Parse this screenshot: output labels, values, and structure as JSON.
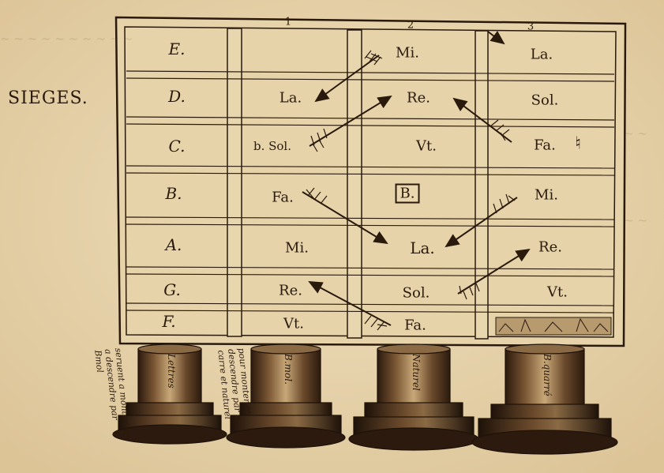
{
  "side_label": "SIEGES.",
  "column_numbers": [
    "1",
    "2",
    "3"
  ],
  "rows": [
    {
      "letter": "E.",
      "cols": [
        "",
        "Mi.",
        "La."
      ]
    },
    {
      "letter": "D.",
      "cols": [
        "La.",
        "Re.",
        "Sol."
      ]
    },
    {
      "letter": "C.",
      "cols": [
        "b. Sol.",
        "Vt.",
        "Fa."
      ]
    },
    {
      "letter": "B.",
      "cols": [
        "Fa.",
        "B.",
        "Mi."
      ]
    },
    {
      "letter": "A.",
      "cols": [
        "Mi.",
        "La.",
        "Re."
      ]
    },
    {
      "letter": "G.",
      "cols": [
        "Re.",
        "Sol.",
        "Vt."
      ]
    },
    {
      "letter": "F.",
      "cols": [
        "Vt.",
        "Fa.",
        ""
      ]
    }
  ],
  "natural_sharp_symbol": "♮",
  "pedestals": [
    {
      "label": "Lettres"
    },
    {
      "label": "B.mol."
    },
    {
      "label": "Naturel"
    },
    {
      "label": "B.quarré"
    }
  ],
  "handwritten_notes": [
    "seruent a monter et a descendre par Bmol",
    "pour monter et descendre par b carre et naturel"
  ],
  "colors": {
    "paper": "#ead7b0",
    "ink": "#2a1a0c",
    "wood": "#e2cfa6",
    "stone_dark": "#3a2414",
    "stone_mid": "#6b4a2c"
  }
}
